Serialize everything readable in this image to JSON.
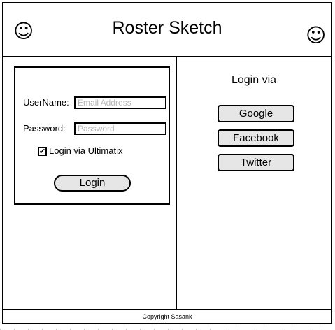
{
  "header": {
    "title": "Roster Sketch",
    "left_icon": "smiley-icon",
    "right_icon": "smiley-icon",
    "smiley_glyph": "☺"
  },
  "login_form": {
    "username_label": "UserName:",
    "username_placeholder": "Email Address",
    "username_value": "",
    "password_label": "Password:",
    "password_placeholder": "Password",
    "password_value": "",
    "checkbox_label": "Login via Ultimatix",
    "checkbox_checked": true,
    "checkbox_glyph": "✔",
    "login_button_label": "Login"
  },
  "social_login": {
    "title": "Login via",
    "buttons": [
      {
        "label": "Google"
      },
      {
        "label": "Facebook"
      },
      {
        "label": "Twitter"
      }
    ]
  },
  "footer": {
    "copyright": "Copyright Sasank"
  },
  "colors": {
    "border": "#000000",
    "button_fill": "#e6e6e6",
    "placeholder": "#b8b8b8"
  }
}
